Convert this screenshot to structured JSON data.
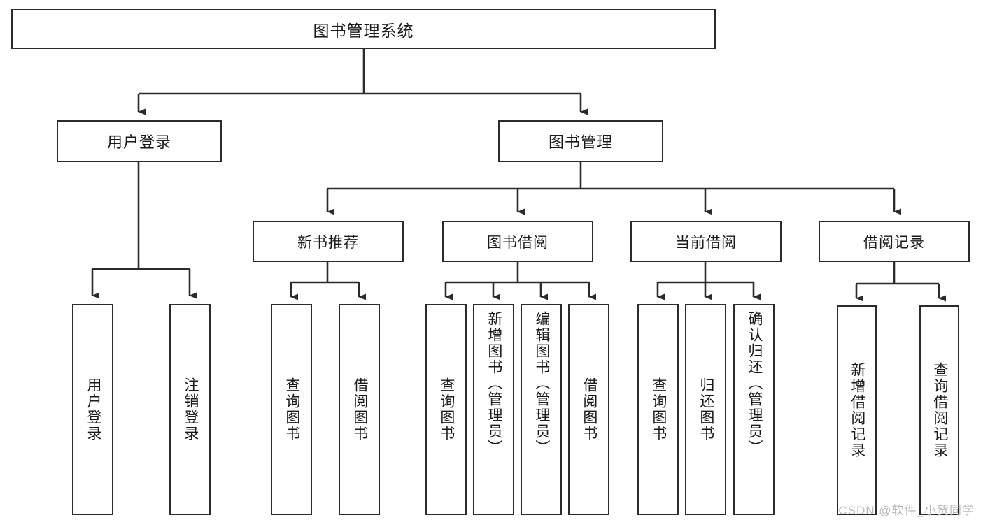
{
  "diagram": {
    "title": "图书管理系统",
    "type": "tree",
    "watermark": "CSDN @软件_小贺同学",
    "colors": {
      "stroke": "#2b2b2b",
      "fill": "#ffffff",
      "text": "#1a1a1a",
      "watermark": "#b9b9b9"
    },
    "root": {
      "label": "图书管理系统"
    },
    "level2": [
      {
        "label": "用户登录"
      },
      {
        "label": "图书管理"
      }
    ],
    "level3": [
      {
        "label": "新书推荐"
      },
      {
        "label": "图书借阅"
      },
      {
        "label": "当前借阅"
      },
      {
        "label": "借阅记录"
      }
    ],
    "leaves": {
      "user_login": [
        {
          "label": "用户登录"
        },
        {
          "label": "注销登录"
        }
      ],
      "new_book_recommend": [
        {
          "label": "查询图书"
        },
        {
          "label": "借阅图书"
        }
      ],
      "book_borrow": [
        {
          "label": "查询图书"
        },
        {
          "label": "新增图书（管理员）"
        },
        {
          "label": "编辑图书（管理员）"
        },
        {
          "label": "借阅图书"
        }
      ],
      "current_borrow": [
        {
          "label": "查询图书"
        },
        {
          "label": "归还图书"
        },
        {
          "label": "确认归还（管理员）"
        }
      ],
      "borrow_record": [
        {
          "label": "新增借阅记录"
        },
        {
          "label": "查询借阅记录"
        }
      ]
    }
  }
}
